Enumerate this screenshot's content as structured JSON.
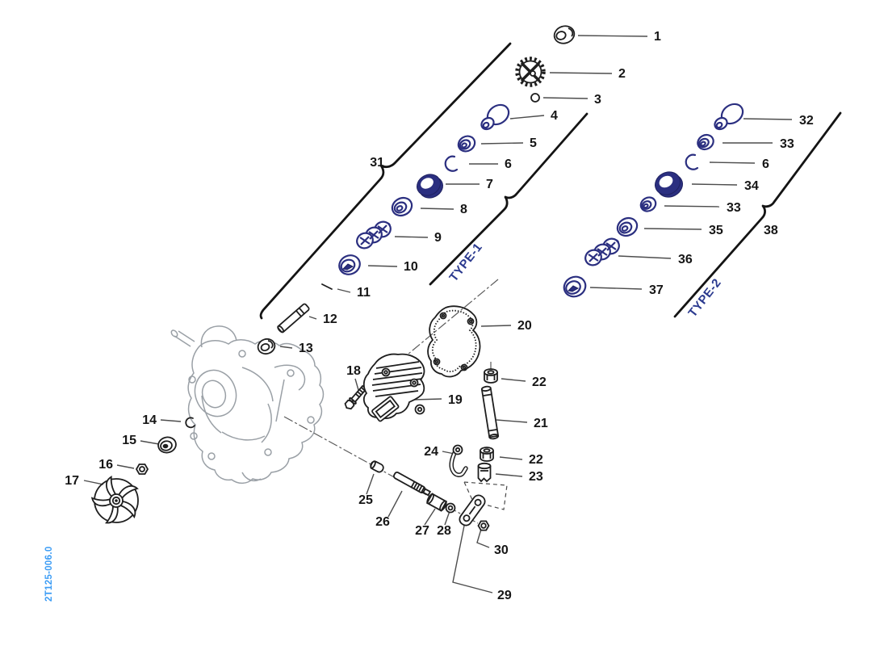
{
  "diagram": {
    "code": "2T125-006.0",
    "type1": "TYPE-1",
    "type2": "TYPE-2"
  },
  "callouts": {
    "p1": "1",
    "p2": "2",
    "p3": "3",
    "p4": "4",
    "p5": "5",
    "p6a": "6",
    "p6b": "6",
    "p7": "7",
    "p8": "8",
    "p9": "9",
    "p10": "10",
    "p11": "11",
    "p12": "12",
    "p13": "13",
    "p14": "14",
    "p15": "15",
    "p16": "16",
    "p17": "17",
    "p18": "18",
    "p19": "19",
    "p20": "20",
    "p21": "21",
    "p22a": "22",
    "p22b": "22",
    "p23": "23",
    "p24": "24",
    "p25": "25",
    "p26": "26",
    "p27": "27",
    "p28": "28",
    "p29": "29",
    "p30": "30",
    "p31": "31",
    "p32": "32",
    "p33a": "33",
    "p33b": "33",
    "p34": "34",
    "p35": "35",
    "p36": "36",
    "p37": "37",
    "p38": "38"
  },
  "colors": {
    "part_outline_black": "#1e1e1e",
    "type_parts_navy": "#2b2f80",
    "type_label_navy": "#2b3a8f",
    "crankcase_gray": "#9aa0a6",
    "code_blue": "#3b9cf5",
    "background": "#ffffff"
  }
}
